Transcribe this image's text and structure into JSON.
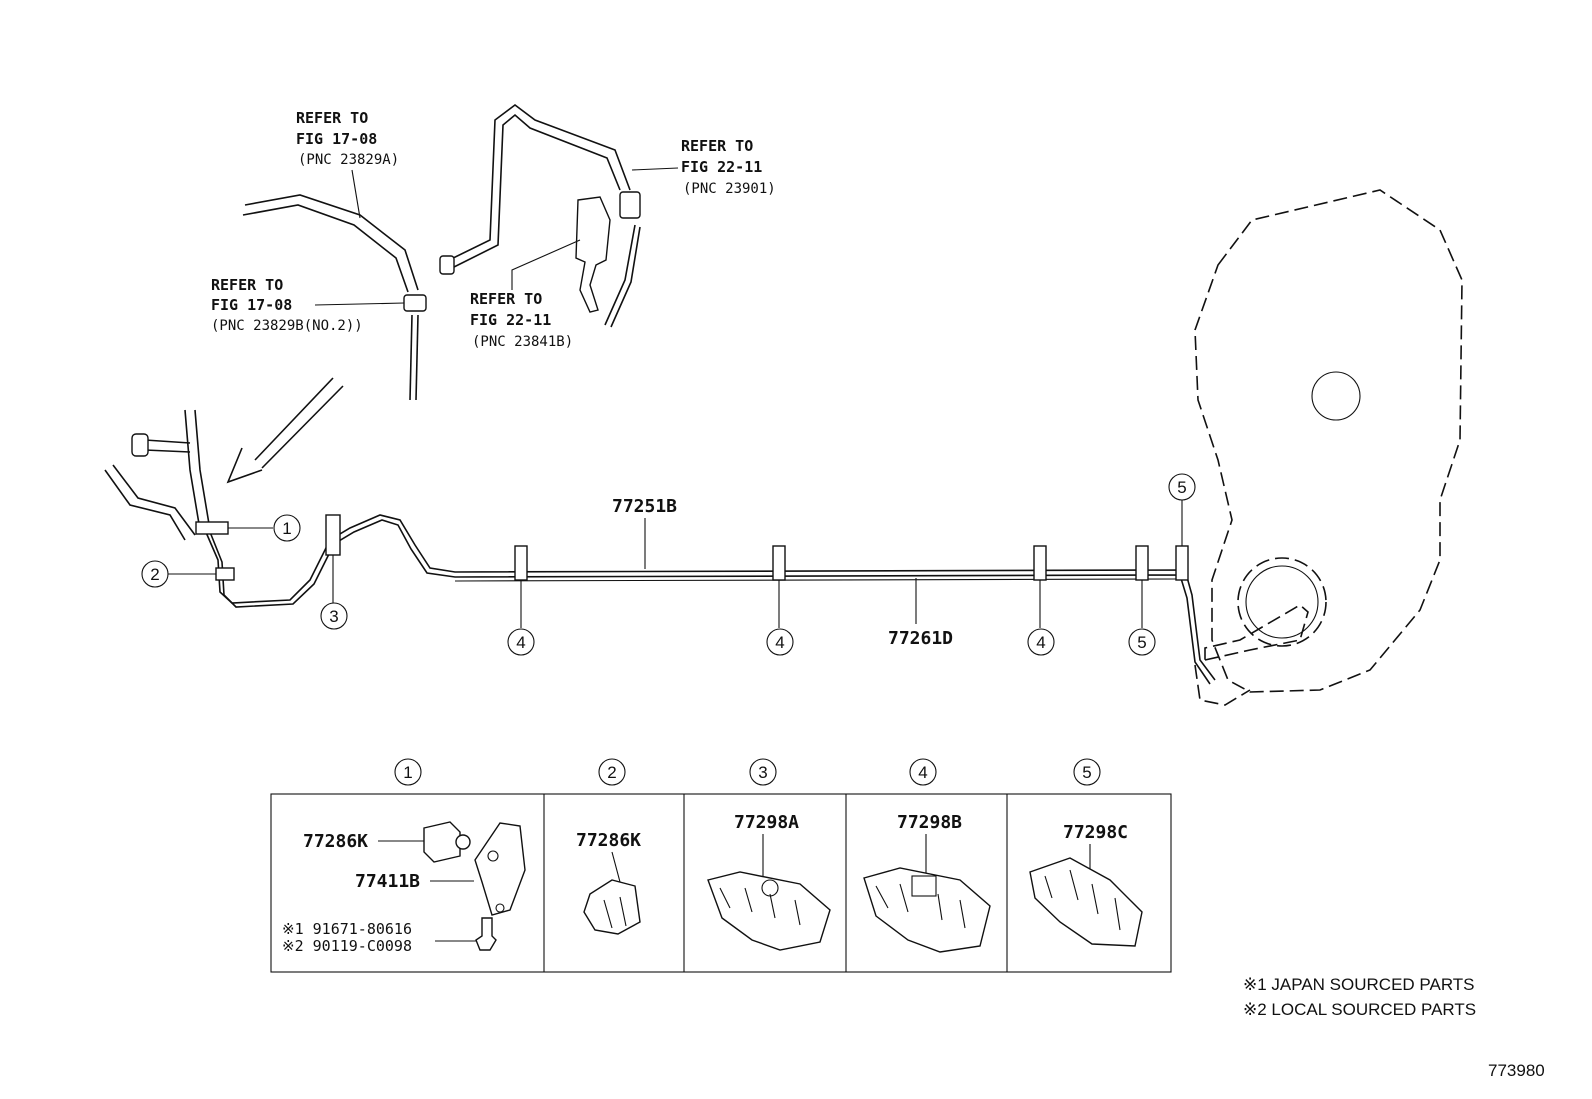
{
  "refs": {
    "r1": {
      "l1": "REFER TO",
      "l2": "FIG 17-08",
      "l3": "(PNC 23829A)"
    },
    "r2": {
      "l1": "REFER TO",
      "l2": "FIG 17-08",
      "l3": "(PNC 23829B(NO.2))"
    },
    "r3": {
      "l1": "REFER TO",
      "l2": "FIG 22-11",
      "l3": "(PNC 23841B)"
    },
    "r4": {
      "l1": "REFER TO",
      "l2": "FIG 22-11",
      "l3": "(PNC 23901)"
    }
  },
  "parts": {
    "tube_upper": "77251B",
    "tube_lower": "77261D"
  },
  "callouts": {
    "c1": "1",
    "c2": "2",
    "c3": "3",
    "c4": "4",
    "c5": "5"
  },
  "table": {
    "col1": {
      "hdr": "1",
      "p1": "77286K",
      "p2": "77411B",
      "n1": "※1 91671-80616",
      "n2": "※2 90119-C0098"
    },
    "col2": {
      "hdr": "2",
      "p1": "77286K"
    },
    "col3": {
      "hdr": "3",
      "p1": "77298A"
    },
    "col4": {
      "hdr": "4",
      "p1": "77298B"
    },
    "col5": {
      "hdr": "5",
      "p1": "77298C"
    }
  },
  "notes": {
    "n1": "※1  JAPAN SOURCED PARTS",
    "n2": "※2  LOCAL SOURCED PARTS"
  },
  "fig_id": "773980"
}
